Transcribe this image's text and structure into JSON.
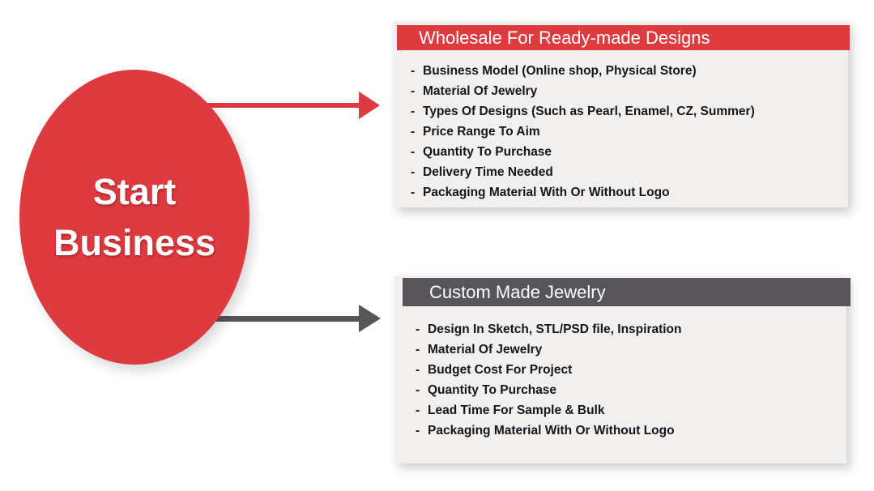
{
  "colors": {
    "accent_red": "#DE3B40",
    "accent_dark_gray": "#57555A",
    "panel_background": "#F1F0EF",
    "list_text": "#15151B",
    "header_text": "#FFFFFF"
  },
  "bullet_char": "-",
  "start_node": {
    "line1": "Start",
    "line2": "Business"
  },
  "wholesale": {
    "title": "Wholesale For Ready-made Designs",
    "items": [
      "Business Model (Online shop, Physical Store)",
      "Material Of Jewelry",
      "Types Of Designs (Such as Pearl, Enamel, CZ, Summer)",
      "Price Range To Aim",
      "Quantity To Purchase",
      "Delivery Time Needed",
      "Packaging Material With Or Without Logo"
    ]
  },
  "custom": {
    "title": "Custom Made Jewelry",
    "items": [
      "Design In Sketch, STL/PSD file, Inspiration",
      "Material Of Jewelry",
      "Budget Cost For Project",
      "Quantity To Purchase",
      "Lead Time For Sample & Bulk",
      "Packaging Material With Or Without Logo"
    ]
  }
}
